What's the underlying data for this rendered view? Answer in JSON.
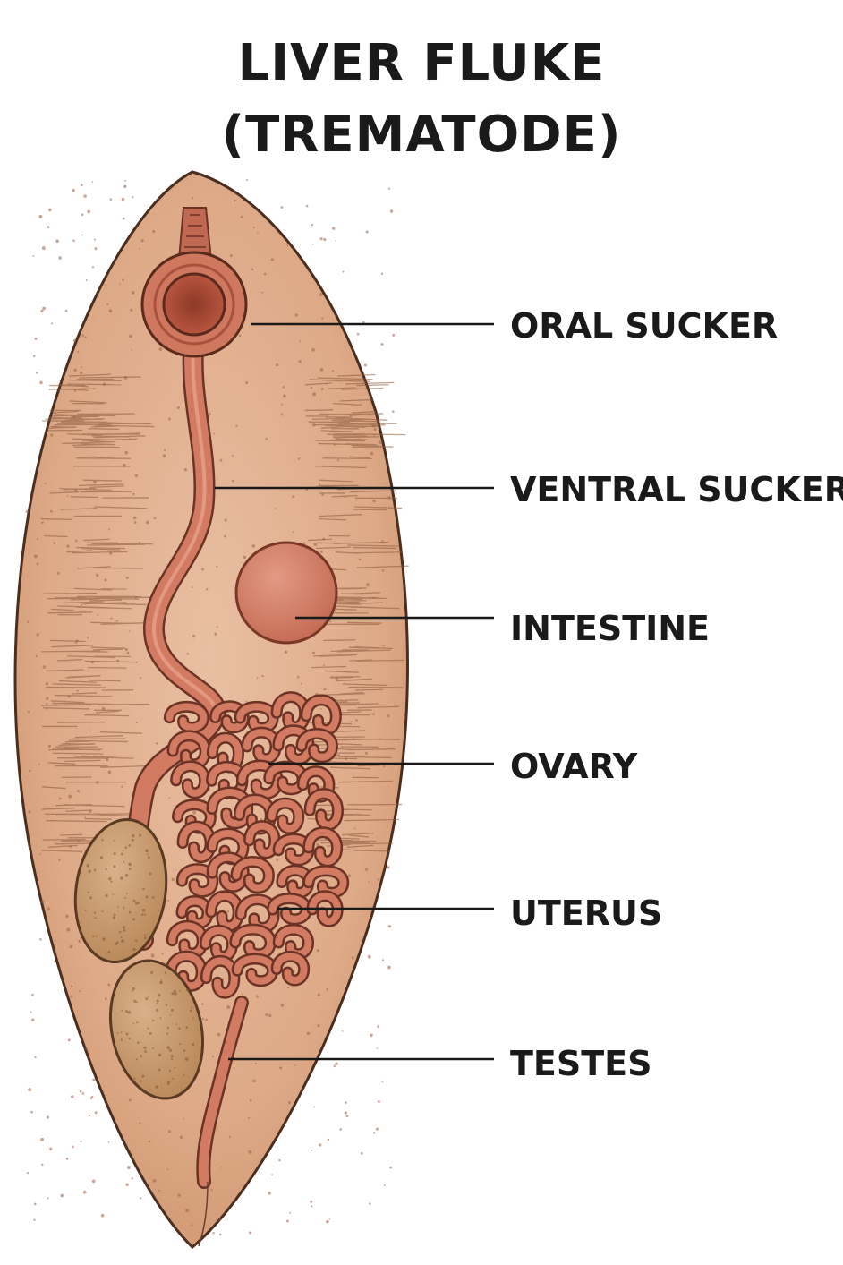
{
  "title": {
    "line1": "LIVER FLUKE",
    "line2": "(TREMATODE)"
  },
  "labels": [
    "ORAL SUCKER",
    "VENTRAL SUCKER",
    "INTESTINE",
    "OVARY",
    "UTERUS",
    "TESTES"
  ],
  "colors": {
    "body_fill": "#e2b091",
    "body_outline": "#4a2e20",
    "organ_red": "#d07760",
    "organ_dark": "#9a4432",
    "testes_fill": "#c99b72",
    "leader_line": "#1a1a1a"
  }
}
